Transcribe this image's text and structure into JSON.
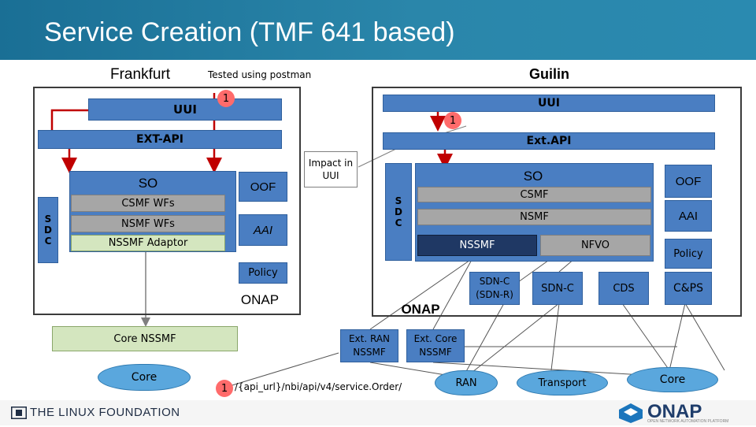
{
  "header": {
    "title": "Service Creation (TMF 641 based)"
  },
  "frankfurt": {
    "title": "Frankfurt",
    "uui": "UUI",
    "ext_api": "EXT-API",
    "so": "SO",
    "csmf_wfs": "CSMF WFs",
    "nsmf_wfs": "NSMF WFs",
    "nssmf_adaptor": "NSSMF Adaptor",
    "sdc": [
      "S",
      "D",
      "C"
    ],
    "oof": "OOF",
    "aai": "AAI",
    "policy": "Policy",
    "onap": "ONAP",
    "core_nssmf": "Core NSSMF",
    "core": "Core"
  },
  "tested_label": "Tested using postman",
  "guilin": {
    "title": "Guilin",
    "uui": "UUI",
    "ext_api": "Ext.API",
    "so": "SO",
    "csmf": "CSMF",
    "nsmf": "NSMF",
    "nssmf": "NSSMF",
    "nfvo": "NFVO",
    "sdc": [
      "S",
      "D",
      "C"
    ],
    "oof": "OOF",
    "aai": "AAI",
    "policy": "Policy",
    "sdnc_rn": "SDN-C (SDN-R)",
    "sdnc": "SDN-C",
    "cds": "CDS",
    "cps": "C&PS",
    "onap": "ONAP",
    "ext_ran_nssmf": "Ext. RAN NSSMF",
    "ext_core_nssmf": "Ext. Core NSSMF",
    "ran": "RAN",
    "transport": "Transport",
    "core": "Core"
  },
  "callout": "Impact in UUI",
  "badge": "1",
  "url_note": "/{api_url}/nbi/api/v4/service.Order/",
  "footer": {
    "linux_foundation": "THE LINUX FOUNDATION",
    "onap": "ONAP",
    "onap_tagline": "OPEN NETWORK AUTOMATION PLATFORM"
  }
}
